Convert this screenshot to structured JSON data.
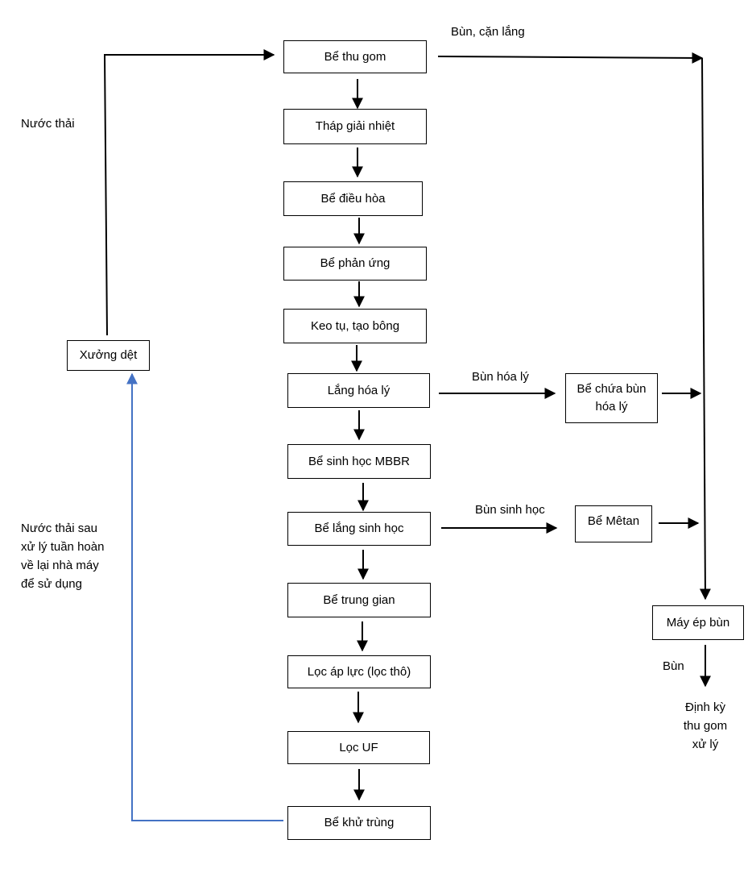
{
  "colors": {
    "line": "#000000",
    "return_line": "#4472c4"
  },
  "boxes": {
    "be_thu_gom": "Bể thu gom",
    "thap_giai_nhiet": "Tháp giải nhiệt",
    "be_dieu_hoa": "Bể điều hòa",
    "be_phan_ung": "Bể phản ứng",
    "keo_tu": "Keo tụ, tạo bông",
    "lang_hoa_ly": "Lắng hóa lý",
    "be_sinh_hoc": "Bể sinh học MBBR",
    "be_lang_sinh_hoc": "Bể lắng sinh học",
    "be_trung_gian": "Bể trung gian",
    "loc_ap_luc": "Lọc áp lực (lọc thô)",
    "loc_uf": "Lọc UF",
    "be_khu_trung": "Bể khử trùng",
    "xuong_det": "Xưởng dệt",
    "be_chua_bun": "Bể chứa bùn\nhóa lý",
    "be_metan": "Bể Mêtan",
    "may_ep_bun": "Máy ép bùn"
  },
  "labels": {
    "bun_can_lang": "Bùn, cặn lắng",
    "nuoc_thai": "Nước thải",
    "bun_hoa_ly": "Bùn hóa lý",
    "bun_sinh_hoc": "Bùn sinh học",
    "nuoc_thai_sau": "Nước thải sau\nxử lý tuần hoàn\nvề lại nhà máy\nđể sử dụng",
    "bun": "Bùn",
    "dinh_ky": "Định kỳ\nthu gom\nxử lý"
  }
}
